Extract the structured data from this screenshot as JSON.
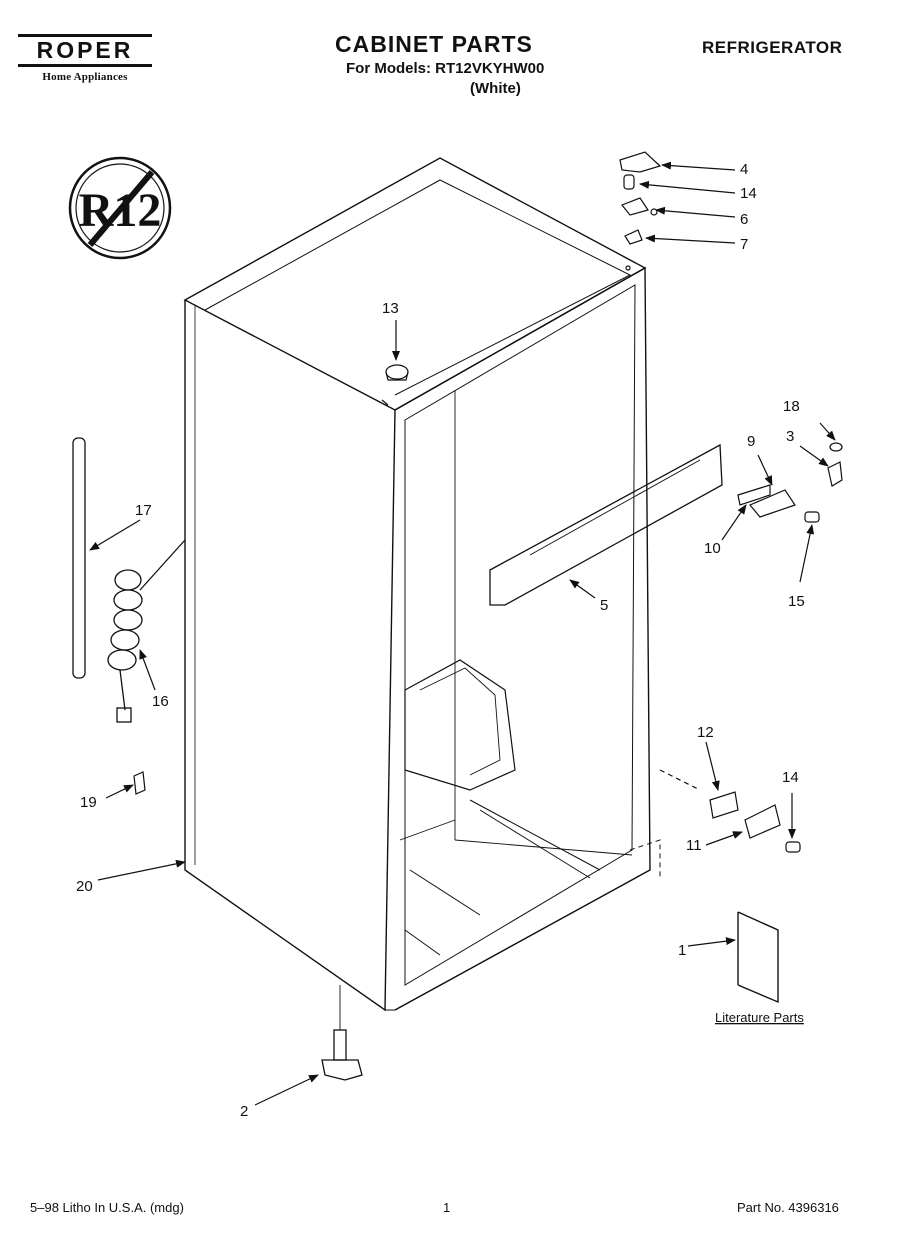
{
  "header": {
    "brand": "ROPER",
    "brand_subtitle": "Home Appliances",
    "title": "CABINET PARTS",
    "models": "For Models: RT12VKYHW00",
    "color": "(White)",
    "appliance": "REFRIGERATOR"
  },
  "badge": {
    "text": "R12"
  },
  "callouts": {
    "c1": "1",
    "c2": "2",
    "c3": "3",
    "c4": "4",
    "c5": "5",
    "c6": "6",
    "c7": "7",
    "c9": "9",
    "c10": "10",
    "c11": "11",
    "c12": "12",
    "c13": "13",
    "c14a": "14",
    "c14b": "14",
    "c15": "15",
    "c16": "16",
    "c17": "17",
    "c18": "18",
    "c19": "19",
    "c20": "20"
  },
  "literature_label": "Literature Parts",
  "footer": {
    "left": "5–98 Litho In U.S.A. (mdg)",
    "page": "1",
    "part_number": "Part No. 4396316"
  }
}
